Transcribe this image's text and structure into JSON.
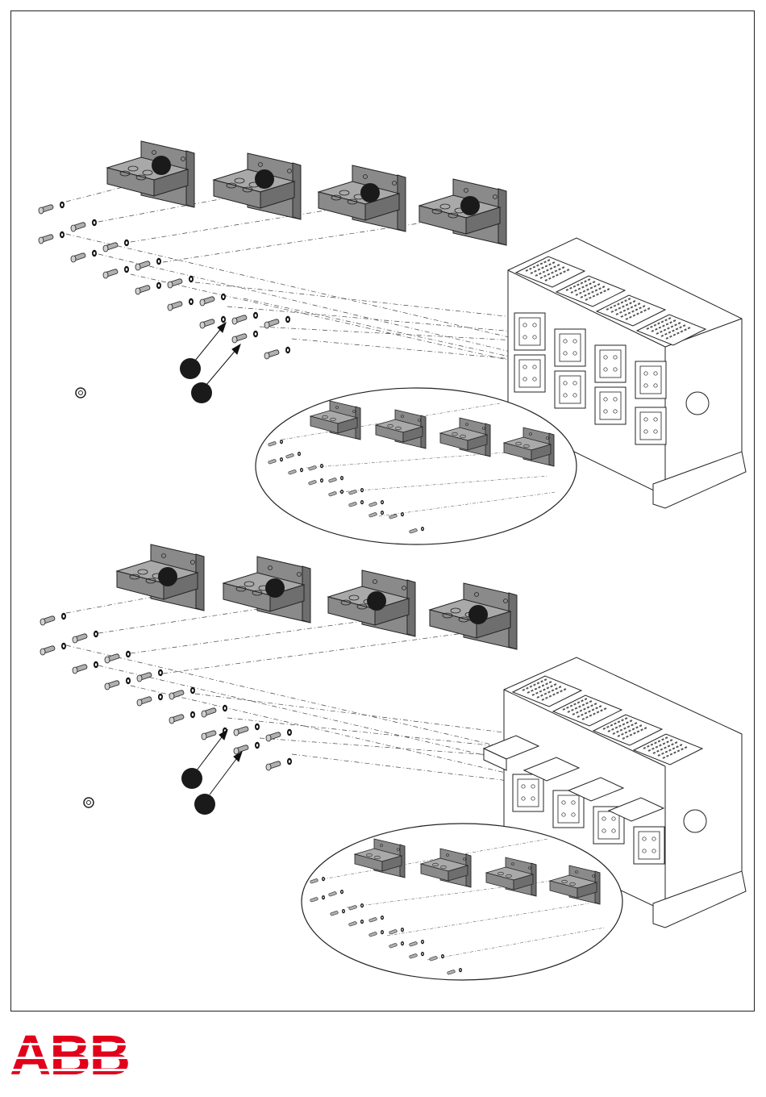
{
  "document": {
    "type": "assembly-instruction-drawing",
    "sections": [
      {
        "name": "upper",
        "terminal_count": 4,
        "fastener_rows": 8,
        "callouts": 6
      },
      {
        "name": "lower",
        "terminal_count": 4,
        "fastener_rows": 8,
        "callouts": 6
      }
    ]
  },
  "colors": {
    "terminal_fill": "#8a8a8a",
    "terminal_dark": "#6e6e6e",
    "terminal_light": "#a9a9a9",
    "line": "#222222",
    "callout": "#1a1a1a",
    "logo_red": "#e2001a"
  },
  "icons": {
    "tool": "hex-wrench-icon",
    "callout": "callout-dot-icon"
  },
  "logo": {
    "text": "ABB",
    "color": "#e2001a"
  }
}
